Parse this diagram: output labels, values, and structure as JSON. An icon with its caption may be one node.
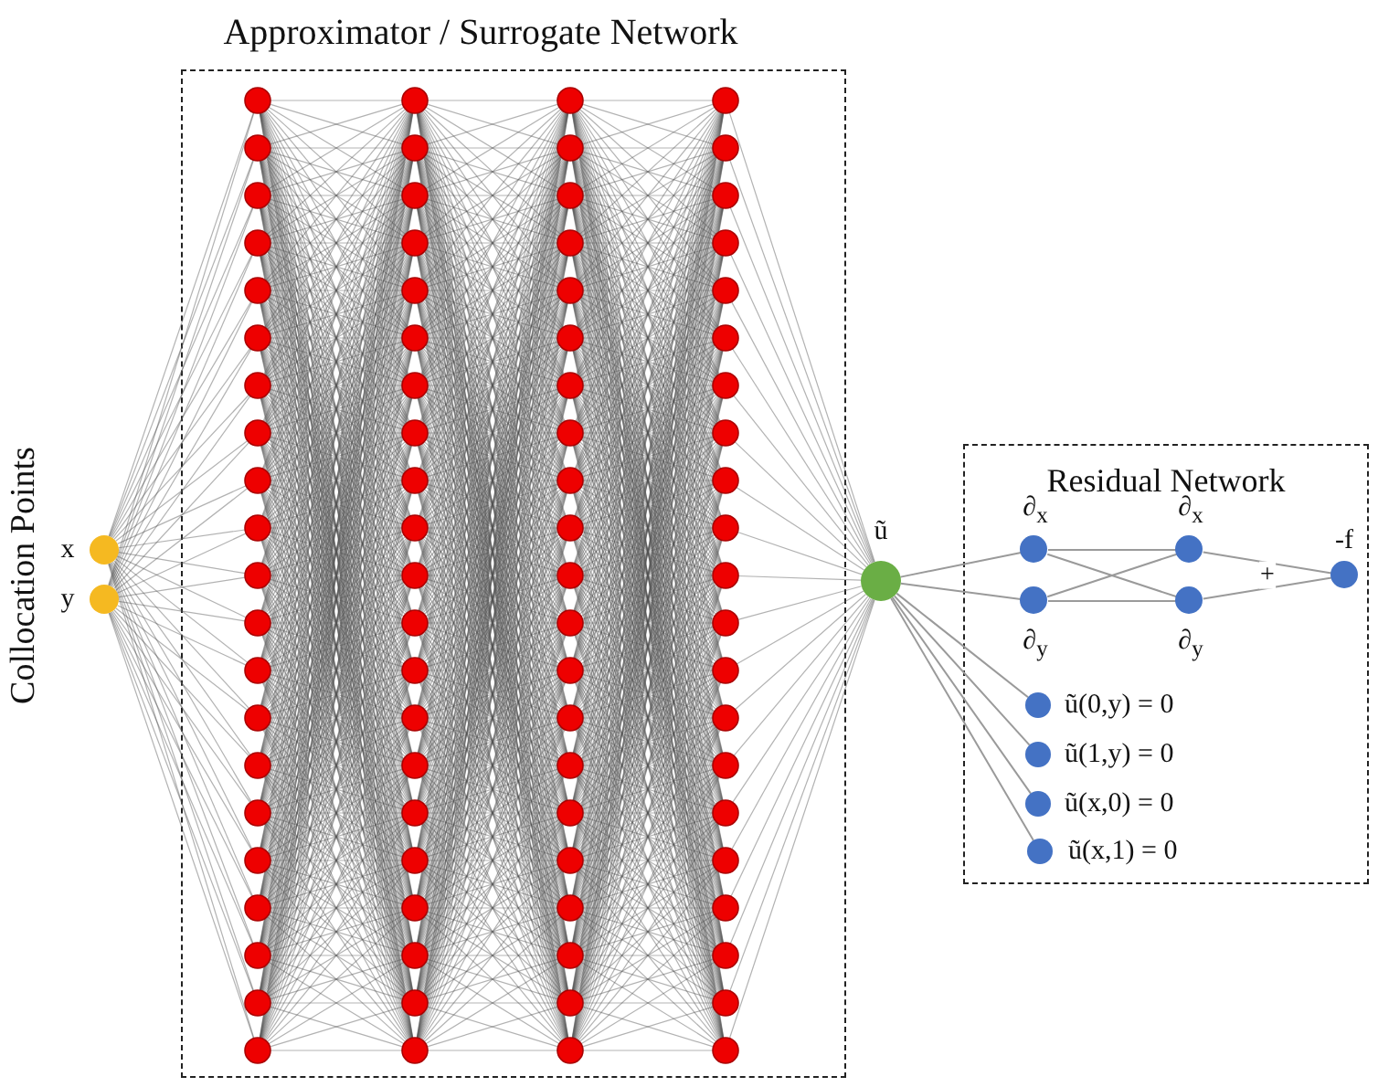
{
  "diagram": {
    "nodes": [
      {
        "text": [
          "Approximator / Surrogate Network"
        ]
      },
      {
        "text": [
          "Residual Network"
        ]
      },
      {
        "text": [],
        "shape": "circle",
        "beside": [
          "x"
        ]
      },
      {
        "text": [],
        "shape": "circle",
        "beside": [
          "y"
        ]
      },
      {
        "text": [],
        "shape": "circle",
        "beside": [
          "ũ"
        ]
      },
      {
        "text": [],
        "shape": "circle",
        "in": 1,
        "beside": [
          "∂$_{x}$"
        ]
      },
      {
        "text": [],
        "shape": "circle",
        "in": 1,
        "beside": [
          "∂$_{y}$"
        ]
      },
      {
        "text": [],
        "shape": "circle",
        "in": 1,
        "beside": [
          "∂$_{x}$"
        ]
      },
      {
        "text": [],
        "shape": "circle",
        "in": 1,
        "beside": [
          "∂$_{y}$"
        ]
      },
      {
        "text": [],
        "shape": "circle",
        "in": 1,
        "beside": [
          "-f"
        ]
      },
      {
        "text": [],
        "shape": "circle",
        "in": 1,
        "beside": [
          "ũ(0,y) = 0"
        ]
      },
      {
        "text": [],
        "shape": "circle",
        "in": 1,
        "beside": [
          "ũ(1,y) = 0"
        ]
      },
      {
        "text": [],
        "shape": "circle",
        "in": 1,
        "beside": [
          "ũ(x,0) = 0"
        ]
      },
      {
        "text": [],
        "shape": "circle",
        "in": 1,
        "beside": [
          "ũ(x,1) = 0"
        ]
      }
    ],
    "edges": [
      {
        "from": 4,
        "to": 5,
        "arrow": "none"
      },
      {
        "from": 4,
        "to": 6,
        "arrow": "none"
      },
      {
        "from": 5,
        "to": 7,
        "arrow": "none"
      },
      {
        "from": 5,
        "to": 8,
        "arrow": "none"
      },
      {
        "from": 6,
        "to": 7,
        "arrow": "none"
      },
      {
        "from": 6,
        "to": 8,
        "arrow": "none"
      },
      {
        "from": 7,
        "to": 9,
        "arrow": "none"
      },
      {
        "from": 8,
        "to": 9,
        "arrow": "none",
        "label": "+"
      },
      {
        "from": 4,
        "to": 10,
        "arrow": "none"
      },
      {
        "from": 4,
        "to": 11,
        "arrow": "none"
      },
      {
        "from": 4,
        "to": 12,
        "arrow": "none"
      },
      {
        "from": 4,
        "to": 13,
        "arrow": "none"
      }
    ],
    "labels": [
      "Collocation Points"
    ]
  }
}
